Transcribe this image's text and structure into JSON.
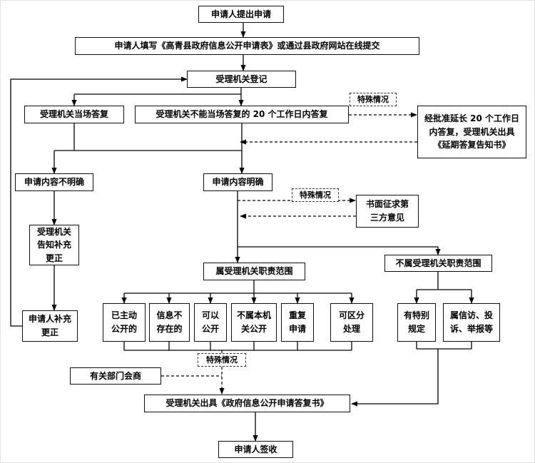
{
  "diagram": {
    "nodes": {
      "apply": {
        "label": "申请人提出申请"
      },
      "fill": {
        "label": "申请人填写《高青县政府信息公开申请表》或通过县政府网站在线提交"
      },
      "register": {
        "label": "受理机关登记"
      },
      "onspot": {
        "label": "受理机关当场答复"
      },
      "within20": {
        "label": "受理机关不能当场答复的 20 个工作日内答复"
      },
      "special1": {
        "label": "特殊情况"
      },
      "extend": {
        "label": "经批准延长 20 个工作日\n内答复，受理机关出具\n《延期答复告知书》"
      },
      "unclear": {
        "label": "申请内容不明确"
      },
      "clear": {
        "label": "申请内容明确"
      },
      "special2": {
        "label": "特殊情况"
      },
      "third_party": {
        "label": "书面征求第\n三方意见"
      },
      "notify": {
        "label": "受理机关\n告知补充\n更正"
      },
      "in_scope": {
        "label": "属受理机关职责范围"
      },
      "out_scope": {
        "label": "不属受理机关职责范围"
      },
      "supplement": {
        "label": "申请人补充\n更正"
      },
      "published": {
        "label": "已主动\n公开的"
      },
      "not_exist": {
        "label": "信息不\n存在的"
      },
      "can_open": {
        "label": "可以\n公开"
      },
      "not_this_org": {
        "label": "不属本机\n关公开"
      },
      "repeat": {
        "label": "重复\n申请"
      },
      "separable": {
        "label": "可区分\n处理"
      },
      "special_rule": {
        "label": "有特别\n规定"
      },
      "petition": {
        "label": "属信访、投\n诉、举报等"
      },
      "special3": {
        "label": "特殊情况"
      },
      "consult": {
        "label": "有关部门会商"
      },
      "reply_doc": {
        "label": "受理机关出具《政府信息公开申请答复书》"
      },
      "sign": {
        "label": "申请人签收"
      }
    }
  }
}
